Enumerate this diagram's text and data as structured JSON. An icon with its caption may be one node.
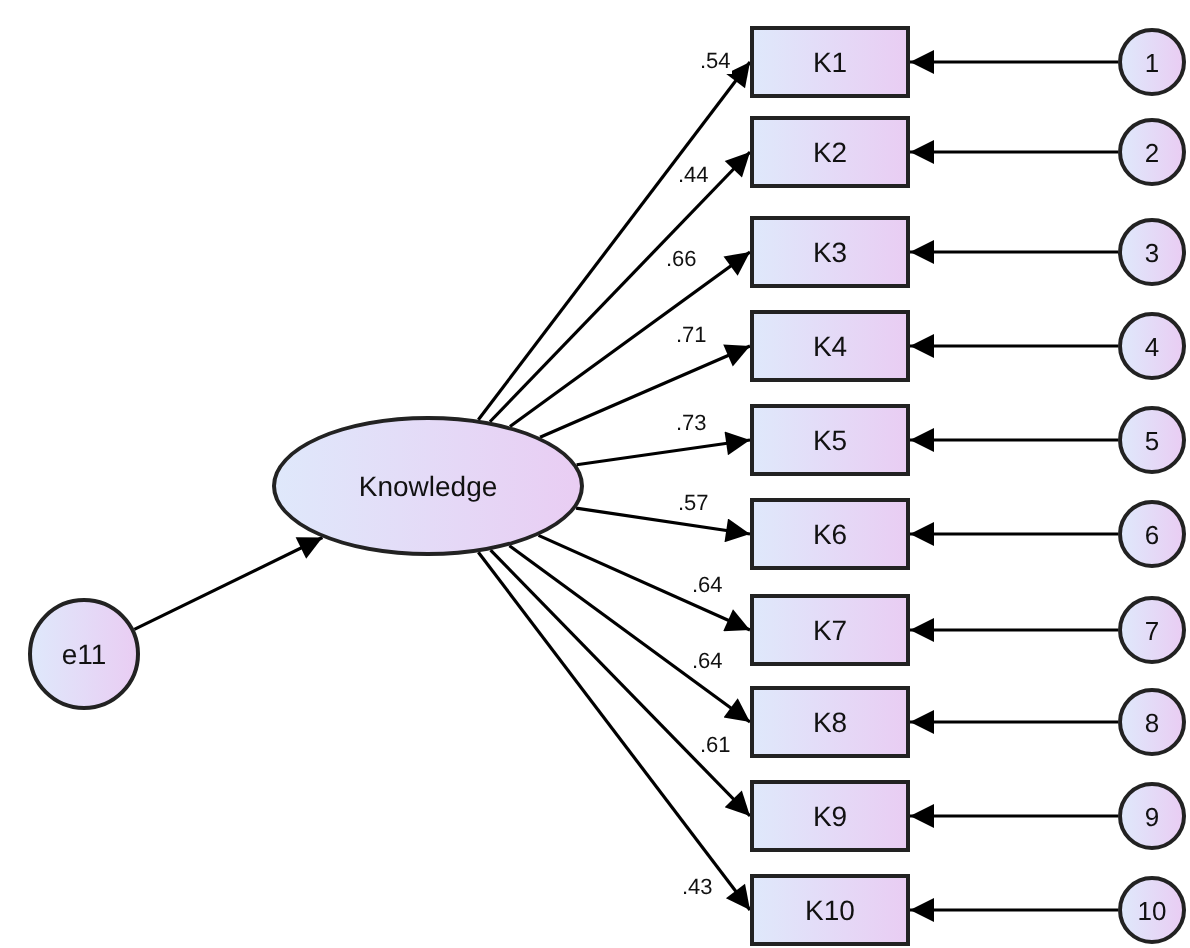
{
  "diagram": {
    "nodes": [
      {
        "text": [
          "Knowledge"
        ]
      },
      {
        "text": [
          "e11"
        ]
      },
      {
        "text": [
          "K1"
        ]
      },
      {
        "text": [
          "K2"
        ]
      },
      {
        "text": [
          "K3"
        ]
      },
      {
        "text": [
          "K4"
        ]
      },
      {
        "text": [
          "K5"
        ]
      },
      {
        "text": [
          "K6"
        ]
      },
      {
        "text": [
          "K7"
        ]
      },
      {
        "text": [
          "K8"
        ]
      },
      {
        "text": [
          "K9"
        ]
      },
      {
        "text": [
          "K10"
        ]
      },
      {
        "text": [
          "1"
        ]
      },
      {
        "text": [
          "2"
        ]
      },
      {
        "text": [
          "3"
        ]
      },
      {
        "text": [
          "4"
        ]
      },
      {
        "text": [
          "5"
        ]
      },
      {
        "text": [
          "6"
        ]
      },
      {
        "text": [
          "7"
        ]
      },
      {
        "text": [
          "8"
        ]
      },
      {
        "text": [
          "9"
        ]
      },
      {
        "text": [
          "10"
        ]
      }
    ],
    "edges": [
      {
        "from": 1,
        "to": 0,
        "arrow": "to"
      },
      {
        "from": 0,
        "to": 2,
        "arrow": "to",
        "label": ".54"
      },
      {
        "from": 0,
        "to": 3,
        "arrow": "to",
        "label": ".44"
      },
      {
        "from": 0,
        "to": 4,
        "arrow": "to",
        "label": ".66"
      },
      {
        "from": 0,
        "to": 5,
        "arrow": "to",
        "label": ".71"
      },
      {
        "from": 0,
        "to": 6,
        "arrow": "to",
        "label": ".73"
      },
      {
        "from": 0,
        "to": 7,
        "arrow": "to",
        "label": ".57"
      },
      {
        "from": 0,
        "to": 8,
        "arrow": "to",
        "label": ".64"
      },
      {
        "from": 0,
        "to": 9,
        "arrow": "to",
        "label": ".64"
      },
      {
        "from": 0,
        "to": 10,
        "arrow": "to",
        "label": ".61"
      },
      {
        "from": 0,
        "to": 11,
        "arrow": "to",
        "label": ".43"
      },
      {
        "from": 12,
        "to": 2,
        "arrow": "to"
      },
      {
        "from": 13,
        "to": 3,
        "arrow": "to"
      },
      {
        "from": 14,
        "to": 4,
        "arrow": "to"
      },
      {
        "from": 15,
        "to": 5,
        "arrow": "to"
      },
      {
        "from": 16,
        "to": 6,
        "arrow": "to"
      },
      {
        "from": 17,
        "to": 7,
        "arrow": "to"
      },
      {
        "from": 18,
        "to": 8,
        "arrow": "to"
      },
      {
        "from": 19,
        "to": 9,
        "arrow": "to"
      },
      {
        "from": 20,
        "to": 10,
        "arrow": "to"
      },
      {
        "from": 21,
        "to": 11,
        "arrow": "to"
      }
    ]
  }
}
